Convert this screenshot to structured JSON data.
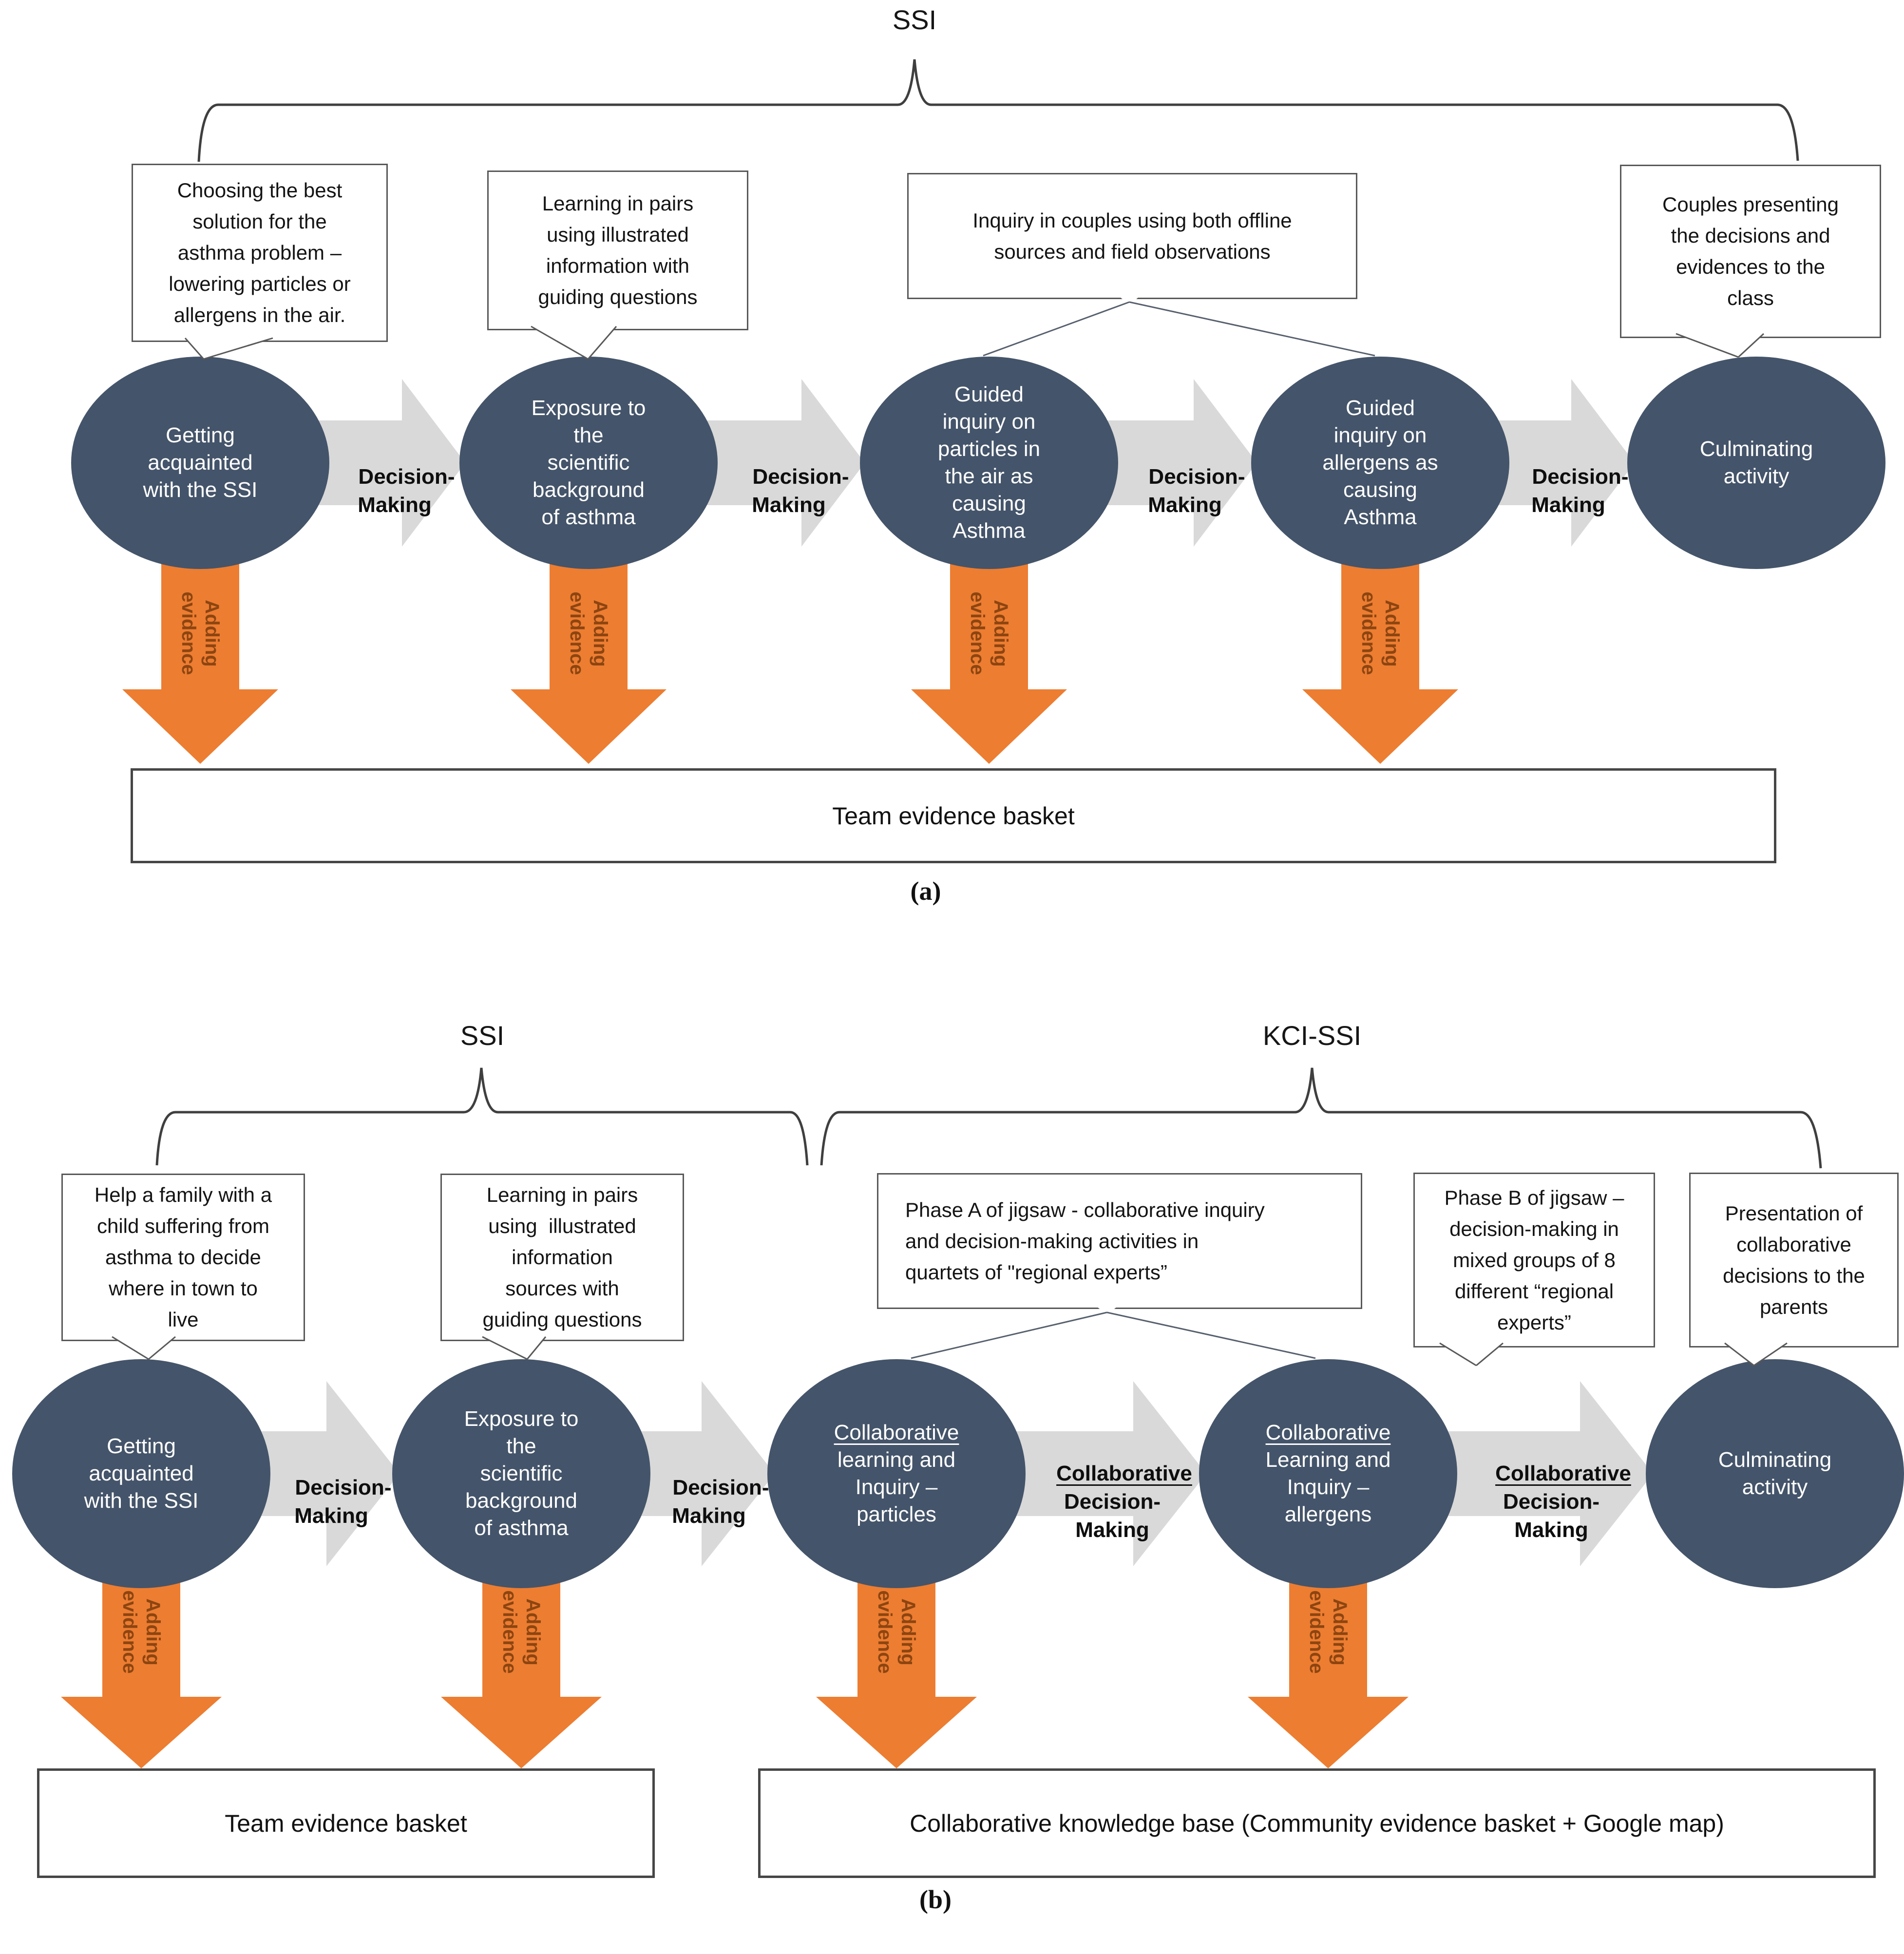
{
  "colors": {
    "circle_fill": "#44546A",
    "gray_arrow": "#D9D9D9",
    "orange_arrow": "#ED7D31",
    "adding_text": "#8C4511",
    "callout_border": "#595959"
  },
  "diagram_a": {
    "title": "SSI",
    "caption": "(a)",
    "callouts": [
      {
        "text": "Choosing the best\nsolution for the\nasthma problem –\nlowering particles or\nallergens in the air."
      },
      {
        "text": "Learning in pairs\nusing illustrated\ninformation with\nguiding questions"
      },
      {
        "text": "Inquiry in couples using both offline\nsources and field observations"
      },
      {
        "text": "Couples presenting\nthe decisions and\nevidences to the\nclass"
      }
    ],
    "circles": [
      {
        "u": "",
        "rest": "Getting\nacquainted\nwith the SSI"
      },
      {
        "u": "",
        "rest": "Exposure to\nthe\nscientific\nbackground\nof asthma"
      },
      {
        "u": "",
        "rest": "Guided\ninquiry on\nparticles in\nthe air as\ncausing\nAsthma"
      },
      {
        "u": "",
        "rest": "Guided\ninquiry on\nallergens as\ncausing\nAsthma"
      },
      {
        "u": "",
        "rest": "Culminating\nactivity"
      }
    ],
    "arrow_labels": [
      {
        "u": "",
        "rest": "Decision-\nMaking"
      },
      {
        "u": "",
        "rest": "Decision-\nMaking"
      },
      {
        "u": "",
        "rest": "Decision-\nMaking"
      },
      {
        "u": "",
        "rest": "Decision-\nMaking"
      }
    ],
    "adding_label": "Adding\nevidence",
    "basket": "Team evidence basket"
  },
  "diagram_b": {
    "title_ssi": "SSI",
    "title_kci": "KCI-SSI",
    "caption": "(b)",
    "callouts": [
      {
        "text": "Help a family with a\nchild suffering from\nasthma to decide\nwhere in town to\nlive"
      },
      {
        "text": "Learning in pairs\nusing  illustrated\ninformation\nsources with\nguiding questions"
      },
      {
        "text": "Phase A of jigsaw - collaborative inquiry\nand decision-making activities in\nquartets of \"regional experts”"
      },
      {
        "text": "Phase B of jigsaw –\ndecision-making in\nmixed groups of 8\ndifferent “regional\nexperts”"
      },
      {
        "text": "Presentation of\ncollaborative\ndecisions to the\nparents"
      }
    ],
    "circles": [
      {
        "u": "",
        "rest": "Getting\nacquainted\nwith the SSI"
      },
      {
        "u": "",
        "rest": "Exposure to\nthe\nscientific\nbackground\nof asthma"
      },
      {
        "u": "Collaborative",
        "rest": "\nlearning and\nInquiry –\nparticles"
      },
      {
        "u": "Collaborative",
        "rest": "\nLearning and\nInquiry –\nallergens"
      },
      {
        "u": "",
        "rest": "Culminating\nactivity"
      }
    ],
    "arrow_labels": [
      {
        "u": "",
        "rest": "Decision-\nMaking"
      },
      {
        "u": "",
        "rest": "Decision-\nMaking"
      },
      {
        "u": "Collaborative",
        "rest": "\nDecision-\nMaking"
      },
      {
        "u": "Collaborative",
        "rest": "\nDecision-\nMaking"
      }
    ],
    "adding_label": "Adding\nevidence",
    "basket_team": "Team evidence basket",
    "basket_collab": "Collaborative knowledge base (Community evidence basket + Google map)"
  }
}
